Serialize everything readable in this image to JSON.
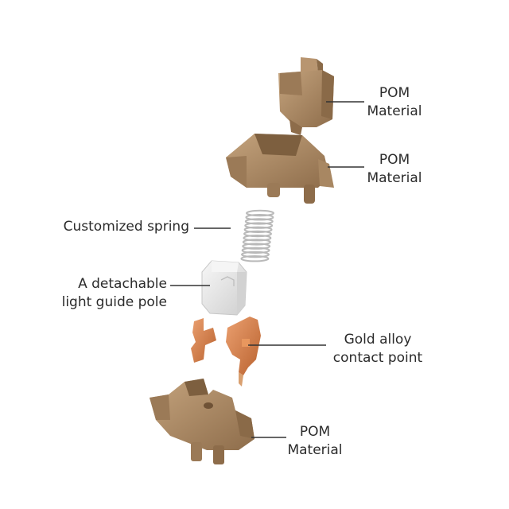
{
  "labels": {
    "stem": [
      "POM",
      "Material"
    ],
    "top_housing": [
      "POM",
      "Material"
    ],
    "spring": [
      "Customized spring"
    ],
    "light_guide": [
      "A detachable",
      "light guide pole"
    ],
    "contacts": [
      "Gold alloy",
      "contact point"
    ],
    "bottom_housing": [
      "POM",
      "Material"
    ]
  },
  "colors": {
    "housing": "#a88762",
    "housing_dark": "#7d5f3f",
    "housing_light": "#c4a37d",
    "spring": "#b9b9b9",
    "light_guide": "#ececec",
    "contact": "#d8824a",
    "leader_line": "#333333"
  }
}
